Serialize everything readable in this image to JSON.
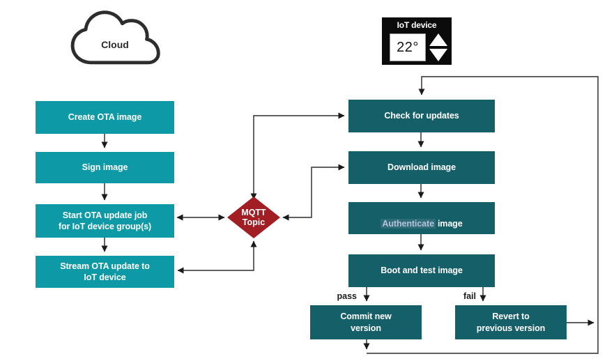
{
  "diagram": {
    "cloud": {
      "label": "Cloud"
    },
    "iot_device": {
      "label": "IoT device",
      "temperature": "22°"
    },
    "cloud_flow": {
      "boxes": [
        {
          "label": "Create OTA image"
        },
        {
          "label": "Sign image"
        },
        {
          "label": "Start OTA update job\nfor IoT device group(s)"
        },
        {
          "label": "Stream OTA update to\nIoT device"
        }
      ]
    },
    "broker": {
      "label": "MQTT\nTopic"
    },
    "device_flow": {
      "boxes": [
        {
          "label": "Check for updates"
        },
        {
          "label": "Download image"
        },
        {
          "label_highlight": "Authenticate",
          "label_rest": "image"
        },
        {
          "label": "Boot and test image"
        }
      ]
    },
    "outcomes": {
      "pass_label": "pass",
      "fail_label": "fail",
      "commit_box": {
        "label": "Commit new\nversion"
      },
      "revert_box": {
        "label": "Revert to\nprevious version"
      }
    },
    "colors": {
      "cloud_flow_box": "#0d9aa6",
      "device_flow_box": "#155f68",
      "broker_diamond": "#a01e24",
      "arrow": "#4a4a4a",
      "authenticate_link_text": "#b6c2db",
      "authenticate_link_highlight": "#2e6d77"
    }
  }
}
